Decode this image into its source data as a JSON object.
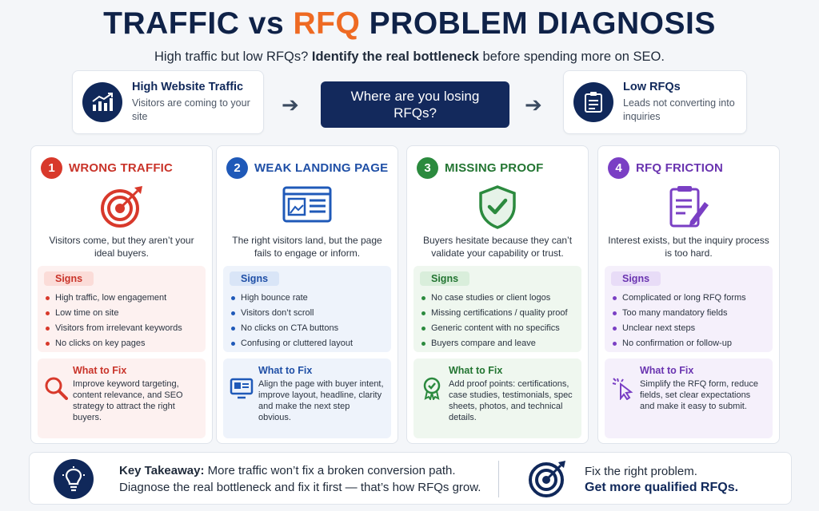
{
  "header": {
    "title_part1": "TRAFFIC vs ",
    "title_highlight": "RFQ",
    "title_part2": " PROBLEM DIAGNOSIS",
    "subtitle_pre": "High traffic but low RFQs? ",
    "subtitle_bold": "Identify the real bottleneck",
    "subtitle_post": " before spending more on SEO."
  },
  "flow": {
    "left": {
      "title": "High Website Traffic",
      "text": "Visitors are coming to your site",
      "icon": "chart-growth-icon"
    },
    "center": "Where are you losing RFQs?",
    "right": {
      "title": "Low RFQs",
      "text": "Leads not converting into inquiries",
      "icon": "clipboard-icon"
    },
    "arrow": "➔"
  },
  "cards": [
    {
      "num": "1",
      "title": "WRONG TRAFFIC",
      "icon": "target-icon",
      "desc": "Visitors come, but they aren’t your ideal buyers.",
      "signs_label": "Signs",
      "signs": [
        "High traffic, low engagement",
        "Low time on site",
        "Visitors from irrelevant keywords",
        "No clicks on key pages"
      ],
      "fix_label": "What to Fix",
      "fix_icon": "magnifier-icon",
      "fix": "Improve keyword targeting, content relevance, and SEO strategy to attract the right buyers."
    },
    {
      "num": "2",
      "title": "WEAK LANDING PAGE",
      "icon": "webpage-icon",
      "desc": "The right visitors land, but the page fails to engage or inform.",
      "signs_label": "Signs",
      "signs": [
        "High bounce rate",
        "Visitors don’t scroll",
        "No clicks on CTA buttons",
        "Confusing or cluttered layout"
      ],
      "fix_label": "What to Fix",
      "fix_icon": "monitor-icon",
      "fix": "Align the page with buyer intent, improve layout, headline, clarity and make the next step obvious."
    },
    {
      "num": "3",
      "title": "MISSING PROOF",
      "icon": "shield-check-icon",
      "desc": "Buyers hesitate because they can’t validate your capability or trust.",
      "signs_label": "Signs",
      "signs": [
        "No case studies or client logos",
        "Missing certifications / quality proof",
        "Generic content with no specifics",
        "Buyers compare and leave"
      ],
      "fix_label": "What to Fix",
      "fix_icon": "award-icon",
      "fix": "Add proof points: certifications, case studies, testimonials, spec sheets, photos, and technical details."
    },
    {
      "num": "4",
      "title": "RFQ FRICTION",
      "icon": "form-edit-icon",
      "desc": "Interest exists, but the inquiry process is too hard.",
      "signs_label": "Signs",
      "signs": [
        "Complicated or long RFQ forms",
        "Too many mandatory fields",
        "Unclear next steps",
        "No confirmation or follow-up"
      ],
      "fix_label": "What to Fix",
      "fix_icon": "cursor-click-icon",
      "fix": "Simplify the RFQ form, reduce fields, set clear expectations and make it easy to submit."
    }
  ],
  "footer": {
    "label": "Key Takeaway:",
    "line1": " More traffic won’t fix a broken conversion path.",
    "line2": "Diagnose the real bottleneck and fix it first — that’s how RFQs grow.",
    "right1": "Fix the right problem.",
    "right2": "Get more qualified RFQs."
  },
  "colors": {
    "navy": "#10285a",
    "orange": "#ee6a23",
    "red": "#d8392b",
    "blue": "#1f59b8",
    "green": "#2b8a3e",
    "purple": "#7a3fc4"
  }
}
